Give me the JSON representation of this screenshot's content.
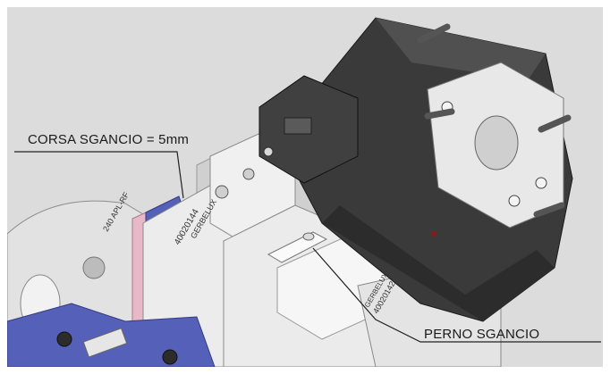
{
  "colors": {
    "background": "#dcdcdc",
    "frame": "#ffffff",
    "dark_block": "#3a3a3a",
    "light_metal": "#e6e6e6",
    "blue_part": "#5560b8",
    "pink_plate": "#e8b8c8",
    "leader_line": "#222222"
  },
  "labels": {
    "corsa": "CORSA SGANCIO = 5mm",
    "perno": "PERNO SGANCIO"
  },
  "engravings": {
    "part_left_number": "40020144",
    "part_right_number": "40020142",
    "brand": "GERBELUX",
    "model": "240 APL-RF"
  }
}
